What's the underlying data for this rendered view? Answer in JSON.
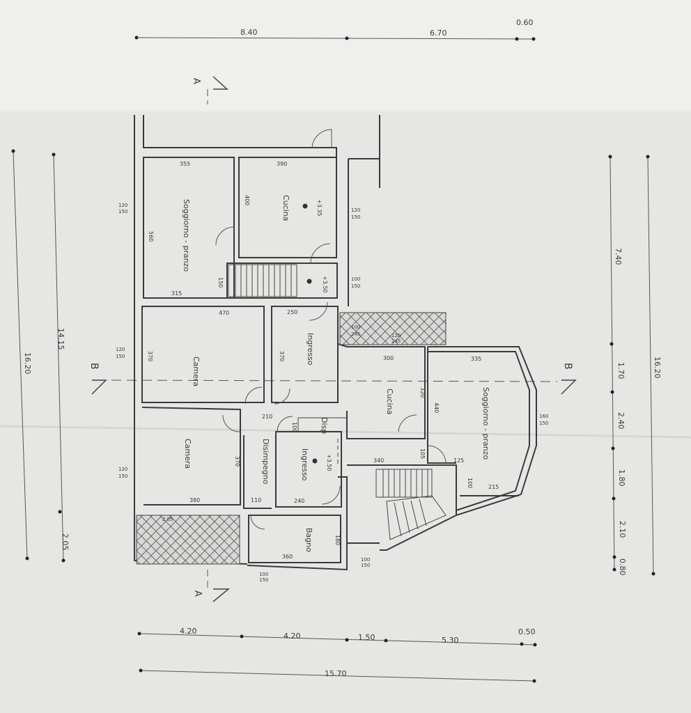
{
  "plan": {
    "top_dims": [
      "8.40",
      "6.70",
      "0.60"
    ],
    "bottom_dims": [
      "4.20",
      "4.20",
      "1.50",
      "5.30",
      "0.50"
    ],
    "bottom_total": "15.70",
    "left_dims": [
      "16.20",
      "14.15",
      "2.05"
    ],
    "right_dims": [
      "7.40",
      "1.70",
      "2.40",
      "1.80",
      "2.10",
      "0.80"
    ],
    "right_total": "16.20",
    "section_a": "A",
    "section_b": "B",
    "rooms": {
      "soggiorno_upper": "Soggiorno - pranzo",
      "cucina_upper": "Cucina",
      "ingresso_upper": "Ingresso",
      "camera_upper": "Camera",
      "camera_lower": "Camera",
      "disimpegno": "Disimpegno",
      "ingresso_lower": "Ingresso",
      "bagno": "Bagno",
      "disp": "Disp",
      "cucina_lower": "Cucina",
      "soggiorno_lower": "Soggiorno - pranzo"
    },
    "levels": [
      "+3.35",
      "+3.50",
      "+3.50"
    ],
    "room_dims": {
      "r355": "355",
      "r390": "390",
      "r400": "400",
      "r560": "560",
      "r315": "315",
      "r150": "150",
      "r470": "470",
      "r250": "250",
      "r370a": "370",
      "r370b": "370",
      "r210": "210",
      "r100": "100",
      "r370c": "370",
      "r380": "380",
      "r110": "110",
      "r240": "240",
      "r360": "360",
      "r180": "180",
      "r300": "300",
      "r320": "320",
      "r335": "335",
      "r440": "440",
      "r340": "340",
      "r105": "105",
      "r125": "125",
      "r100b": "100",
      "r215": "215"
    },
    "window_dims": {
      "w1a": "120",
      "w1b": "150",
      "w2a": "120",
      "w2b": "150",
      "w3a": "100",
      "w3b": "150",
      "w4a": "120",
      "w4b": "150",
      "w5a": "100",
      "w5b": "245",
      "w6a": "120",
      "w6b": "245",
      "w7a": "160",
      "w7b": "150",
      "w8a": "120",
      "w8b": "150",
      "w9a": "100",
      "w9b": "150",
      "w10a": "100",
      "w10b": "150",
      "w11a": "2.05"
    }
  }
}
